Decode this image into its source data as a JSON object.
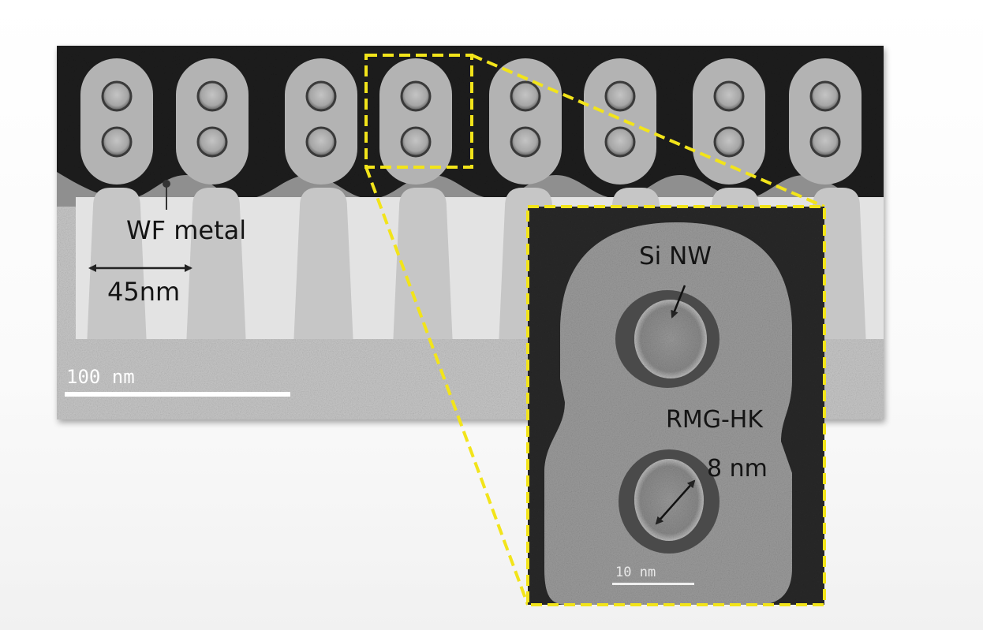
{
  "image": {
    "subject": "cross-section electron micrograph of stacked silicon nanowire transistors",
    "labels": {
      "wf_metal": "WF metal",
      "pitch": "45nm",
      "scale_bar_main": "100 nm",
      "si_nw": "Si NW",
      "rmg_hk": "RMG-HK",
      "diameter": "8 nm",
      "scale_bar_inset": "10 nm"
    },
    "colors": {
      "highlight_box": "#f2e41a",
      "dark_fill": "#1c1c1c",
      "gate_ring": "#b9b9b9",
      "substrate": "#c8c8c8",
      "oxide": "#e4e4e4"
    },
    "icons": [
      "arrow-double-icon",
      "pointer-dot-icon",
      "arrow-icon"
    ]
  }
}
